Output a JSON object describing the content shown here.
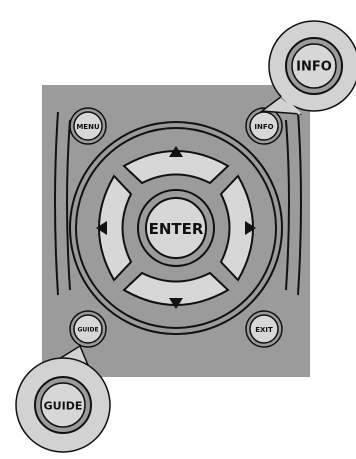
{
  "remote": {
    "menu_label": "MENU",
    "info_label": "INFO",
    "guide_label": "GUIDE",
    "exit_label": "EXIT",
    "enter_label": "ENTER"
  },
  "callouts": {
    "info_label": "INFO",
    "guide_label": "GUIDE"
  },
  "icons": {
    "up": "arrow-up-icon",
    "down": "arrow-down-icon",
    "left": "arrow-left-icon",
    "right": "arrow-right-icon"
  },
  "colors": {
    "panel": "#9b9b9b",
    "button_fill": "#d7d7d7",
    "callout_fill": "#d2d2d2",
    "outline": "#111111"
  }
}
